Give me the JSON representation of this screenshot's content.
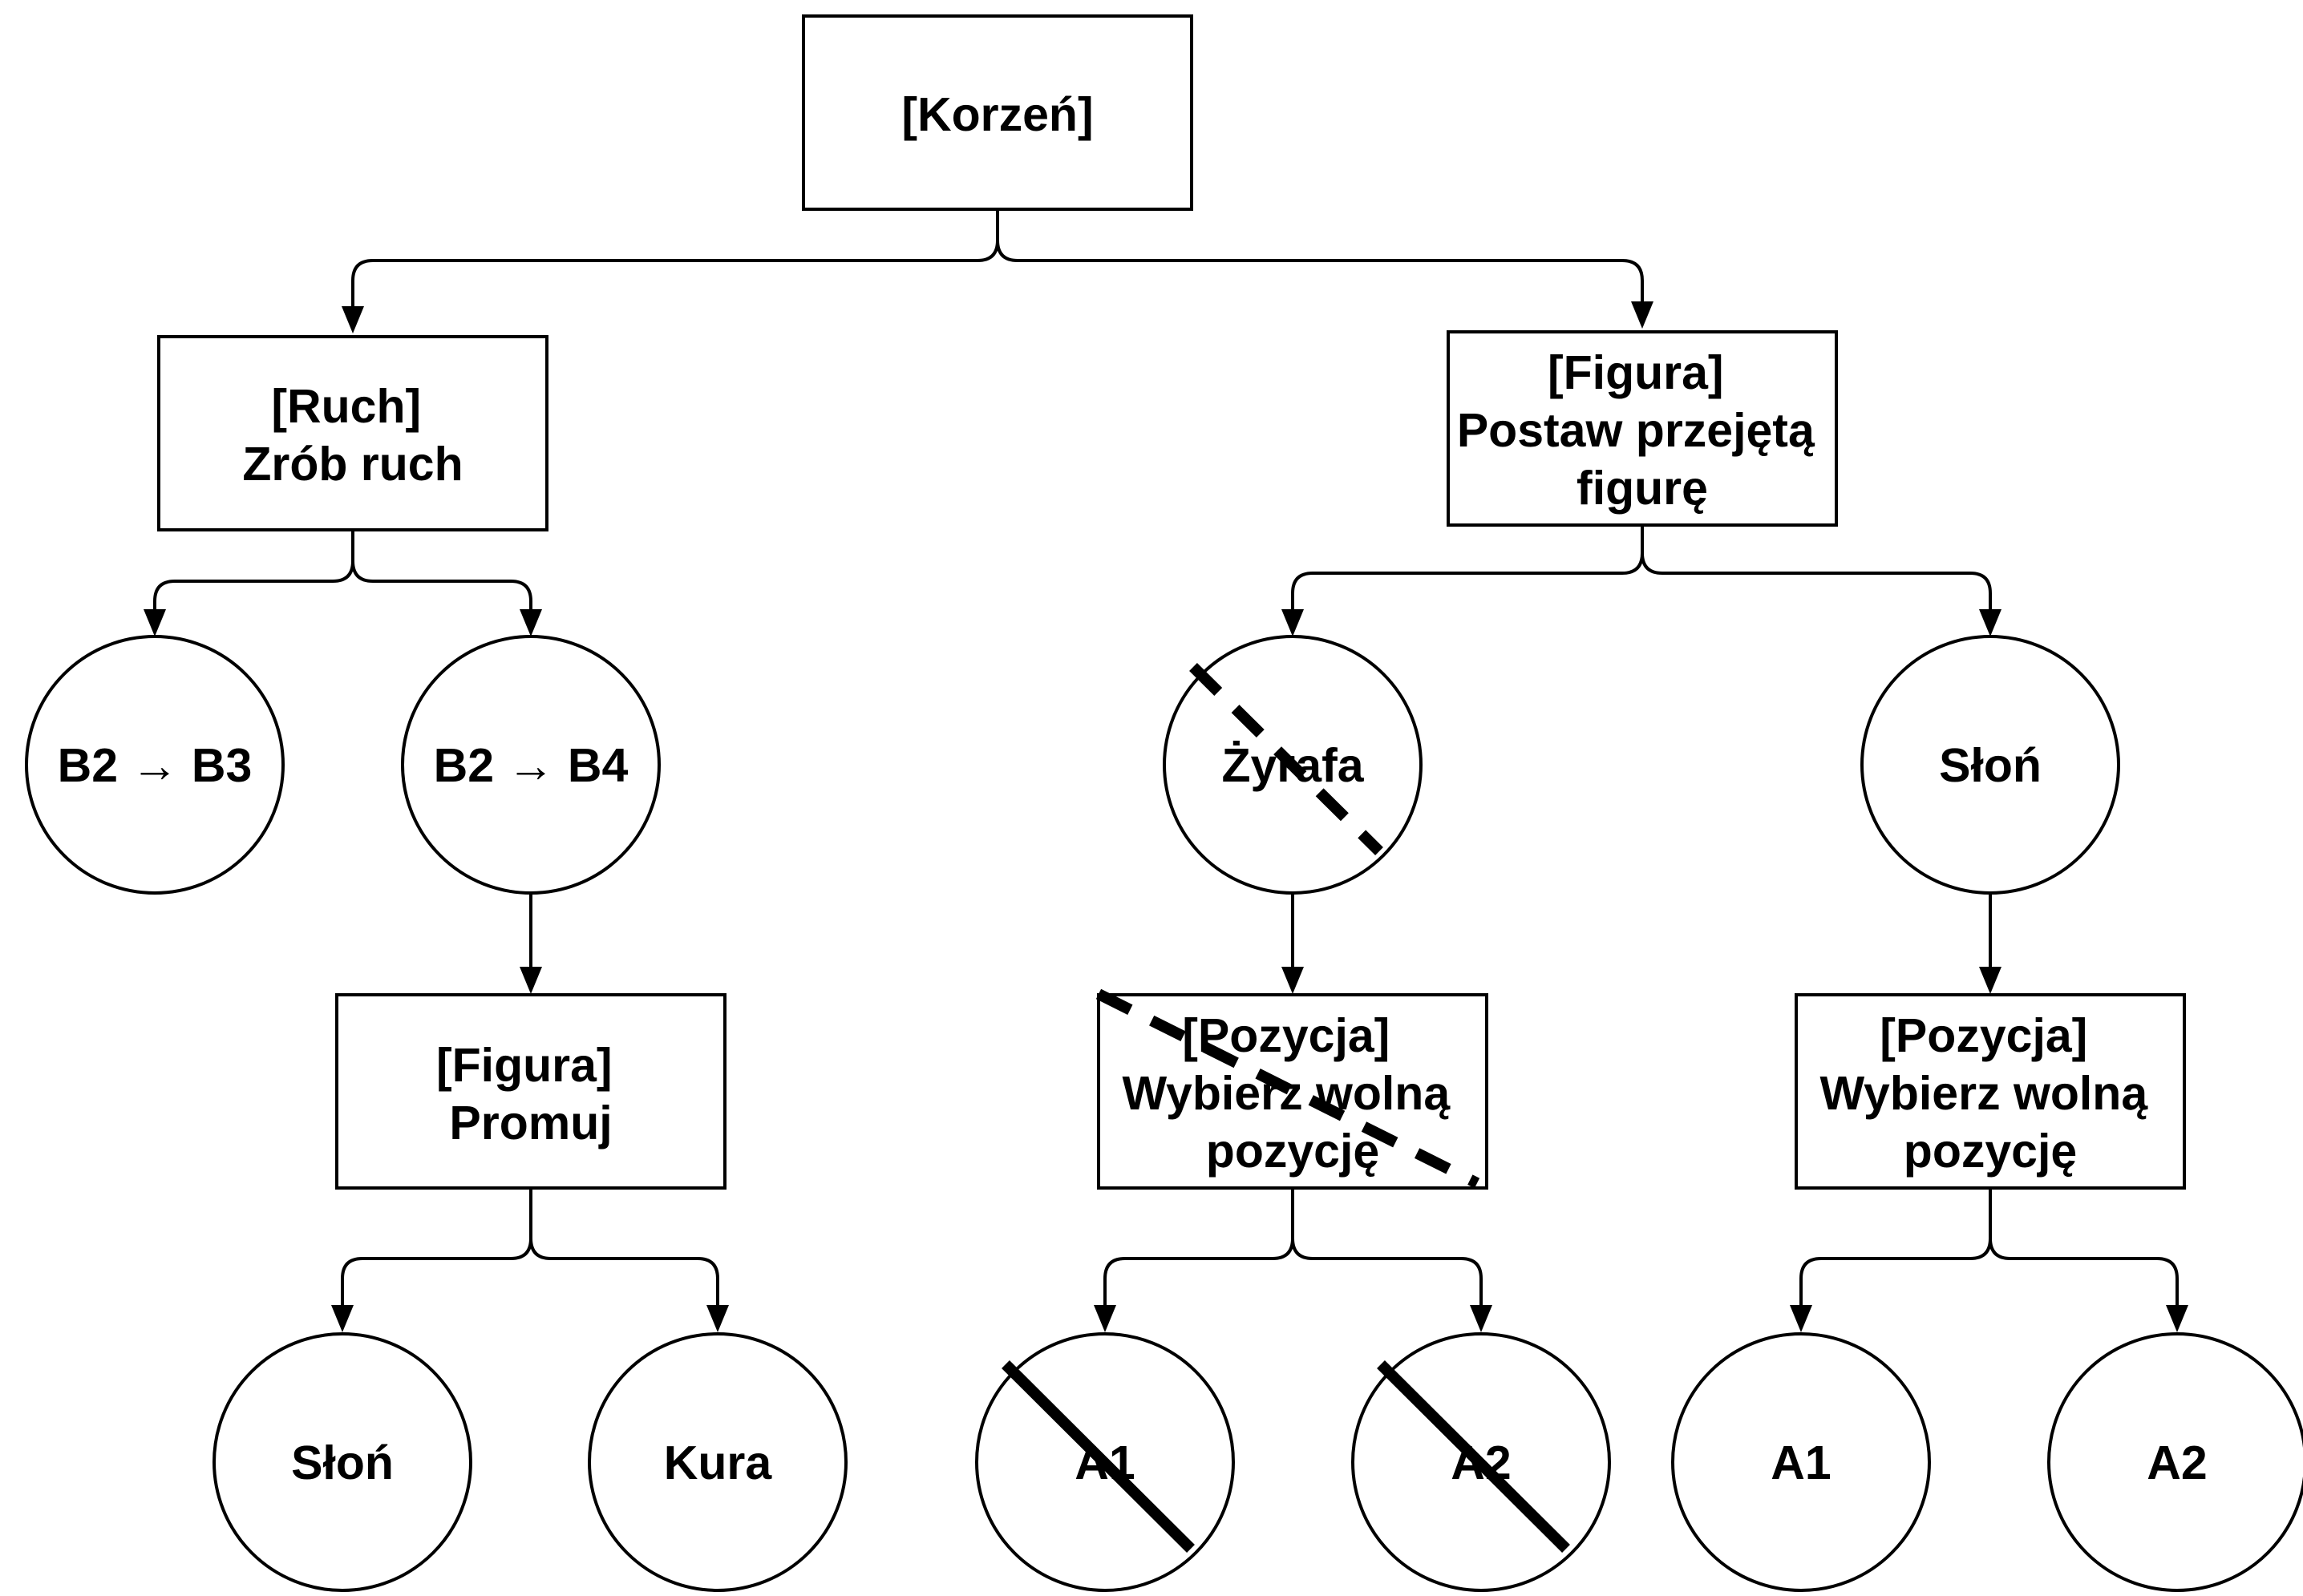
{
  "nodes": {
    "root": {
      "lines": [
        "[Korzeń]"
      ]
    },
    "move": {
      "lines": [
        "[Ruch]",
        "Zrób ruch"
      ]
    },
    "place_piece": {
      "lines": [
        "[Figura]",
        "Postaw przejętą",
        "figurę"
      ]
    },
    "b2_b3": {
      "lines": [
        "B2 → B3"
      ]
    },
    "b2_b4": {
      "lines": [
        "B2 → B4"
      ]
    },
    "giraffe": {
      "lines": [
        "Żyrafa"
      ]
    },
    "elephant": {
      "lines": [
        "Słoń"
      ]
    },
    "promote": {
      "lines": [
        "[Figura]",
        "Promuj"
      ]
    },
    "position_crossed": {
      "lines": [
        "[Pozycja]",
        "Wybierz wolną",
        "pozycję"
      ]
    },
    "position": {
      "lines": [
        "[Pozycja]",
        "Wybierz wolną",
        "pozycję"
      ]
    },
    "promote_elephant": {
      "lines": [
        "Słoń"
      ]
    },
    "promote_hen": {
      "lines": [
        "Kura"
      ]
    },
    "a1_crossed": {
      "lines": [
        "A1"
      ]
    },
    "a2_crossed": {
      "lines": [
        "A2"
      ]
    },
    "a1": {
      "lines": [
        "A1"
      ]
    },
    "a2": {
      "lines": [
        "A2"
      ]
    }
  }
}
